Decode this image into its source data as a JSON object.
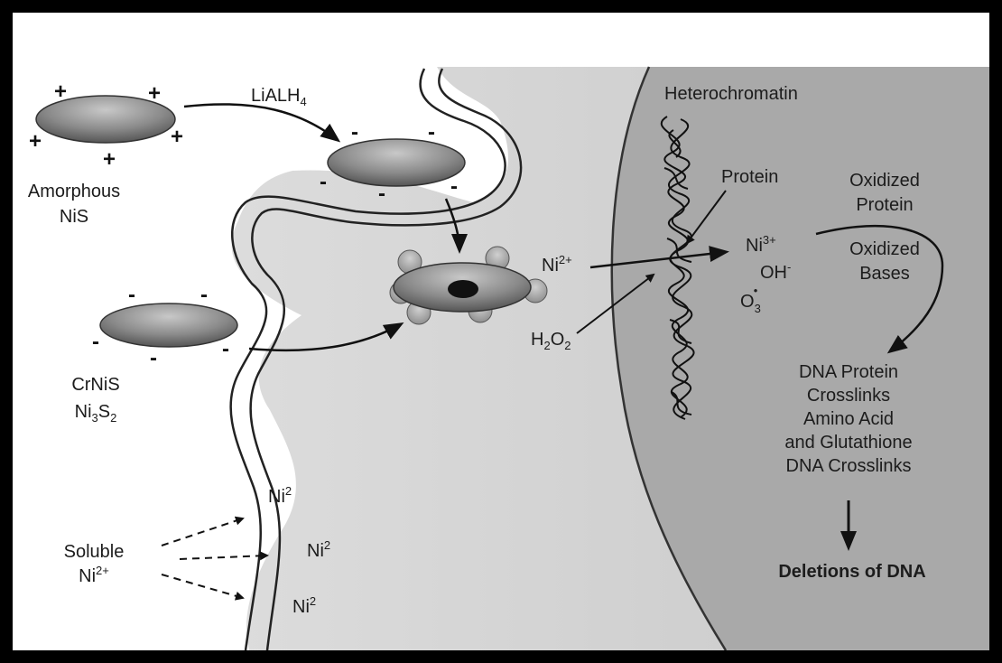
{
  "labels": {
    "amorphous_line1": "Amorphous",
    "amorphous_line2": "NiS",
    "lialh4_base": "LiALH",
    "lialh4_sub": "4",
    "crnis": "CrNiS",
    "ni3s2_a": "Ni",
    "ni3s2_sub1": "3",
    "ni3s2_b": "S",
    "ni3s2_sub2": "2",
    "soluble_line1": "Soluble",
    "soluble_line2_base": "Ni",
    "soluble_line2_sup": "2+",
    "membrane_ni_base": "Ni",
    "membrane_ni_sup": "2",
    "ni2plus_base": "Ni",
    "ni2plus_sup": "2+",
    "h2o2_a": "H",
    "h2o2_sub1": "2",
    "h2o2_b": "O",
    "h2o2_sub2": "2",
    "heterochromatin": "Heterochromatin",
    "protein": "Protein",
    "ni3plus_base": "Ni",
    "ni3plus_sup": "3+",
    "oh_base": "OH",
    "oh_sup": "-",
    "o3_base": "O",
    "o3_sub": "3",
    "o3_dot": "•",
    "oxidized_protein_1": "Oxidized",
    "oxidized_protein_2": "Protein",
    "oxidized_bases_1": "Oxidized",
    "oxidized_bases_2": "Bases",
    "dna_1": "DNA Protein",
    "dna_2": "Crosslinks",
    "dna_3": "Amino Acid",
    "dna_4": "and Glutathione",
    "dna_5": "DNA Crosslinks",
    "deletions": "Deletions of DNA",
    "plus": "+",
    "minus": "-"
  }
}
